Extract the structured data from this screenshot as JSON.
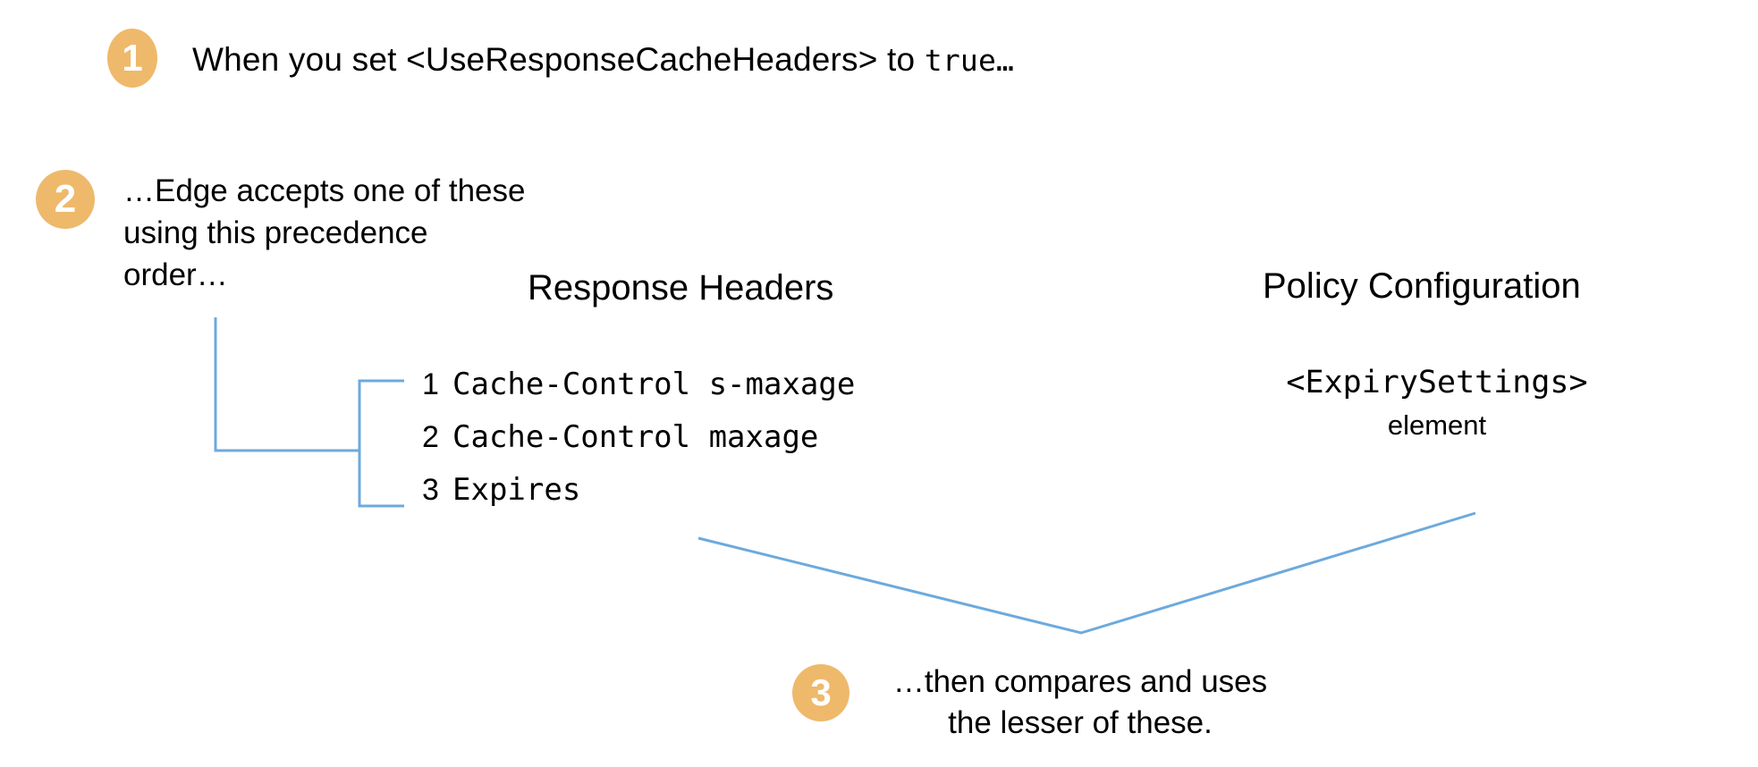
{
  "palette": {
    "badge_fill": "#eeb96b",
    "badge_text": "#ffffff",
    "connector_line": "#6caadd",
    "text": "#000000",
    "background": "#ffffff"
  },
  "steps": [
    {
      "number": "1",
      "text_prefix": "When you set <UseResponseCacheHeaders> to ",
      "text_mono": "true…"
    },
    {
      "number": "2",
      "line_1": "…Edge accepts one of these",
      "line_2": "using this precedence",
      "line_3": "order…"
    },
    {
      "number": "3",
      "line_1": "…then compares and uses",
      "line_2": "the lesser of these."
    }
  ],
  "columns": {
    "response_headers": {
      "heading": "Response Headers",
      "items": [
        {
          "index": "1",
          "value": "Cache-Control s-maxage"
        },
        {
          "index": "2",
          "value": "Cache-Control maxage"
        },
        {
          "index": "3",
          "value": "Expires"
        }
      ]
    },
    "policy_configuration": {
      "heading": "Policy Configuration",
      "element_tag": "<ExpirySettings>",
      "element_word": "element"
    }
  }
}
